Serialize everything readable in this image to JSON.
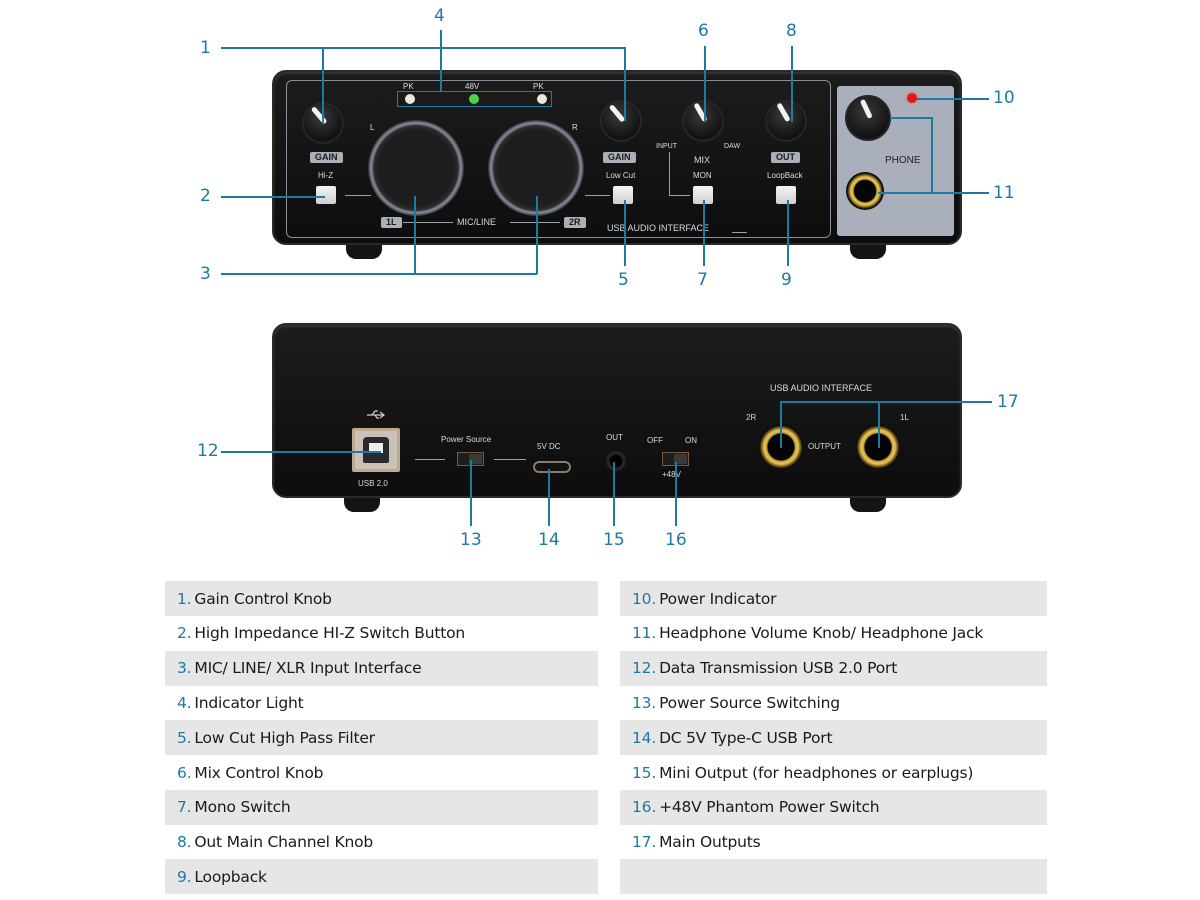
{
  "colors": {
    "callout": "#1d7aa3",
    "row_gray": "#e6e6e6",
    "device_body": "#111111",
    "led_pk": "#efe6dc",
    "led_48v": "#49d44a",
    "led_power": "#e01a1a",
    "jack_gold": "#d9b44a"
  },
  "front_panel": {
    "led_labels": {
      "pk_left": "PK",
      "phantom": "48V",
      "pk_right": "PK"
    },
    "ch1": {
      "knob_label": "GAIN",
      "button_label": "Hi-Z",
      "side": "L"
    },
    "ch2": {
      "knob_label": "GAIN",
      "button_label": "Low Cut",
      "side": "R"
    },
    "mic_line_label": "MIC/LINE",
    "ch1_tag": "1L",
    "ch2_tag": "2R",
    "mix": {
      "label": "MIX",
      "left": "INPUT",
      "right": "DAW",
      "button_label": "MON"
    },
    "out": {
      "knob_label": "OUT",
      "button_label": "LoopBack"
    },
    "phone_label": "PHONE",
    "brand_line": "USB AUDIO INTERFACE"
  },
  "rear_panel": {
    "title": "USB AUDIO INTERFACE",
    "usb_label": "USB 2.0",
    "usb_icon": "usb-icon",
    "power_source_label": "Power Source",
    "dc_label": "5V DC",
    "mini_out_label": "OUT",
    "phantom_off": "OFF",
    "phantom_on": "ON",
    "phantom_label": "+48V",
    "out_right": "2R",
    "out_left": "1L",
    "output_label": "OUTPUT"
  },
  "callouts": {
    "c1": "1",
    "c2": "2",
    "c3": "3",
    "c4": "4",
    "c5": "5",
    "c6": "6",
    "c7": "7",
    "c8": "8",
    "c9": "9",
    "c10": "10",
    "c11": "11",
    "c12": "12",
    "c13": "13",
    "c14": "14",
    "c15": "15",
    "c16": "16",
    "c17": "17"
  },
  "legend": {
    "left": [
      {
        "num": "1.",
        "text": "Gain Control Knob"
      },
      {
        "num": "2.",
        "text": "High Impedance HI-Z Switch Button"
      },
      {
        "num": "3.",
        "text": "MIC/ LINE/ XLR Input Interface"
      },
      {
        "num": "4.",
        "text": "Indicator Light"
      },
      {
        "num": "5.",
        "text": "Low Cut High Pass Filter"
      },
      {
        "num": "6.",
        "text": "Mix Control Knob"
      },
      {
        "num": "7.",
        "text": "Mono Switch"
      },
      {
        "num": "8.",
        "text": "Out Main Channel Knob"
      },
      {
        "num": "9.",
        "text": "Loopback"
      }
    ],
    "right": [
      {
        "num": "10.",
        "text": "Power Indicator"
      },
      {
        "num": "11.",
        "text": "Headphone Volume Knob/ Headphone Jack"
      },
      {
        "num": "12.",
        "text": "Data Transmission USB 2.0 Port"
      },
      {
        "num": "13.",
        "text": "Power Source Switching"
      },
      {
        "num": "14.",
        "text": "DC 5V Type-C USB Port"
      },
      {
        "num": "15.",
        "text": "Mini Output (for headphones or earplugs)"
      },
      {
        "num": "16.",
        "text": "+48V Phantom Power Switch"
      },
      {
        "num": "17.",
        "text": "Main Outputs"
      },
      {
        "num": "",
        "text": ""
      }
    ]
  }
}
